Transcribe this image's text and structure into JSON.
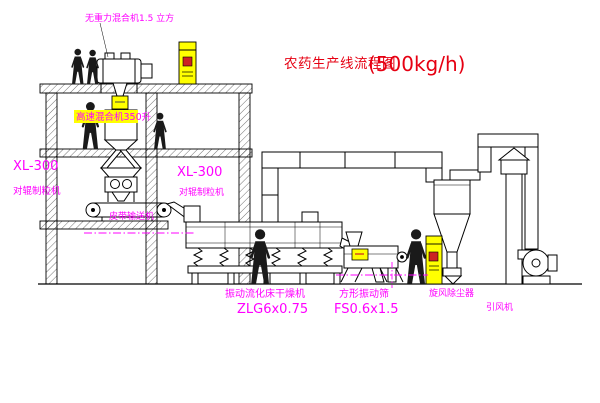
{
  "title": {
    "name": "农药生产线流程图",
    "capacity": "(500kg/h)"
  },
  "labels": {
    "top_mixer": "无重力混合机1.5 立方",
    "high_speed_mixer": "高速混合机350升",
    "granulator_left": {
      "model": "XL-300",
      "name": "对辊制粒机"
    },
    "granulator_mid": {
      "model": "XL-300",
      "name": "对辊制粒机"
    },
    "belt_conveyor": "皮带输送机",
    "dryer": {
      "name": "振动流化床干燥机",
      "model": "ZLG6x0.75"
    },
    "sieve": {
      "name": "方形振动筛",
      "model": "FS0.6x1.5"
    },
    "cyclone": "旋风除尘器",
    "fan": "引风机"
  },
  "colors": {
    "title_red": "#e60012",
    "label_magenta": "#ff00ff",
    "highlight_yellow": "#ffff00",
    "line_black": "#000000",
    "background": "#ffffff"
  }
}
